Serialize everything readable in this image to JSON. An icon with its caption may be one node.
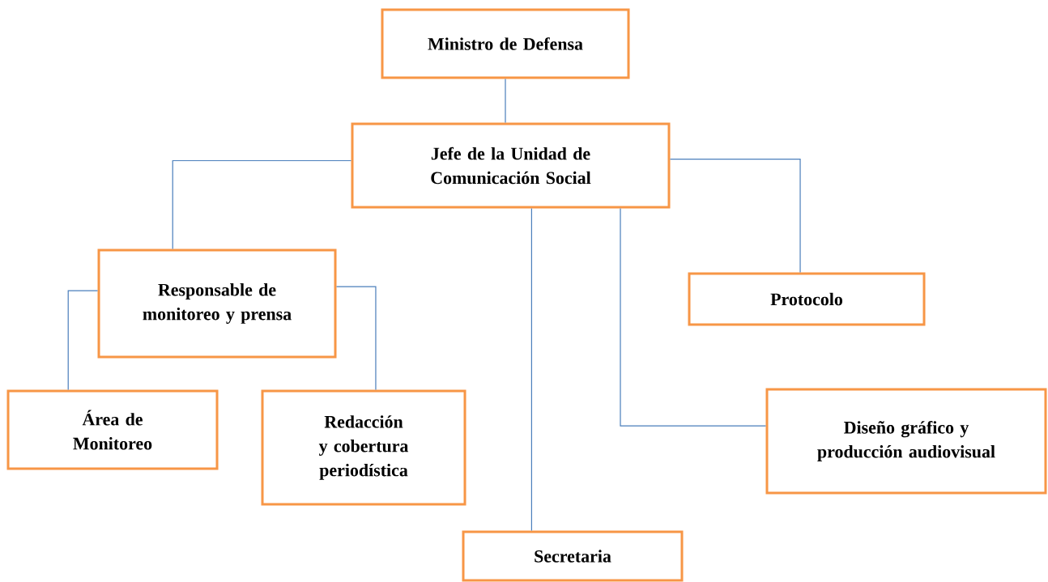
{
  "diagram": {
    "nodes": [
      {
        "text": [
          "Ministro de Defensa"
        ]
      },
      {
        "text": [
          "Jefe de la Unidad de Comunicación Social"
        ]
      },
      {
        "text": [
          "Responsable de monitoreo y prensa"
        ]
      },
      {
        "text": [
          "Protocolo"
        ]
      },
      {
        "text": [
          "Área de Monitoreo"
        ]
      },
      {
        "text": [
          "Redacción y cobertura periodística"
        ]
      },
      {
        "text": [
          "Diseño gráfico y producción audiovisual"
        ]
      },
      {
        "text": [
          "Secretaria"
        ]
      }
    ],
    "edges": [
      {
        "from": 0,
        "to": 1,
        "arrow": "none"
      },
      {
        "from": 1,
        "to": 2,
        "arrow": "none"
      },
      {
        "from": 1,
        "to": 3,
        "arrow": "none"
      },
      {
        "from": 1,
        "to": 7,
        "arrow": "none"
      },
      {
        "from": 1,
        "to": 6,
        "arrow": "none"
      },
      {
        "from": 2,
        "to": 4,
        "arrow": "none"
      },
      {
        "from": 2,
        "to": 5,
        "arrow": "none"
      }
    ]
  }
}
